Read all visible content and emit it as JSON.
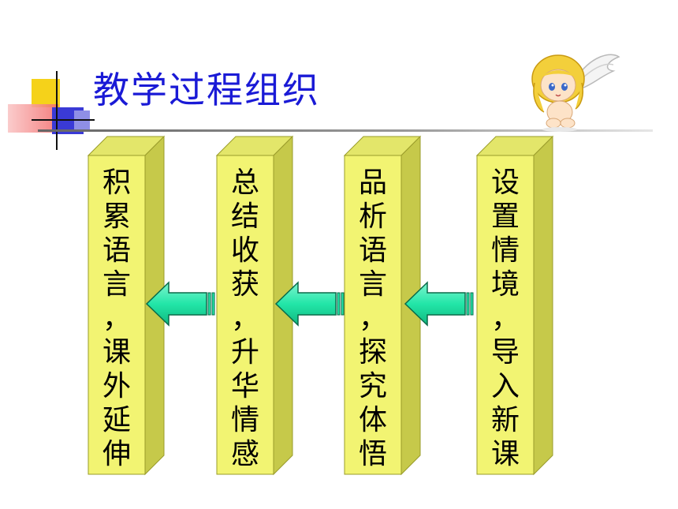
{
  "slide": {
    "title": "教学过程组织",
    "steps": [
      {
        "label": "积累语言，课外延伸"
      },
      {
        "label": "总结收获，升华情感"
      },
      {
        "label": "品析语言，探究体悟"
      },
      {
        "label": "设置情境，导入新课"
      }
    ]
  },
  "colors": {
    "pillar_front": "#f2f472",
    "pillar_side": "#c6c94a",
    "pillar_top": "#e3e66a",
    "arrow_fill": "#22e6a8",
    "title": "#1a1ad6"
  },
  "decor": {
    "corner_squares": "decorative-corner-squares",
    "angel_icon": "cartoon-angel-icon"
  }
}
